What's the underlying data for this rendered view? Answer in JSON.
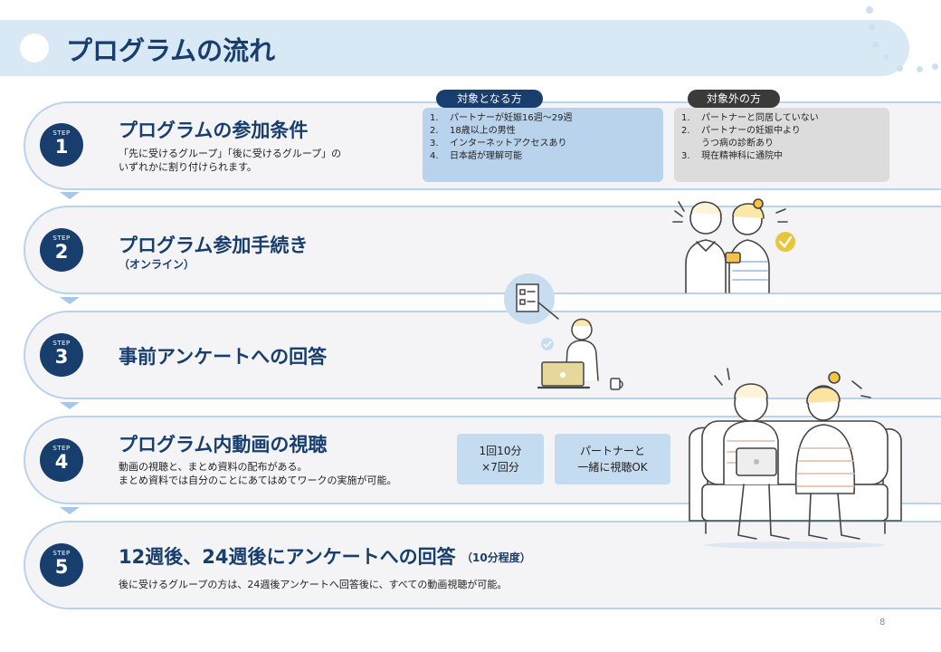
{
  "page": {
    "title": "プログラムの流れ",
    "page_number": "8"
  },
  "steps": [
    {
      "badge_label": "STEP",
      "number": "1",
      "title": "プログラムの参加条件",
      "desc_lines": [
        "「先に受けるグループ」「後に受けるグループ」の",
        "いずれかに割り付けられます。"
      ]
    },
    {
      "badge_label": "STEP",
      "number": "2",
      "title": "プログラム参加手続き",
      "subtitle": "（オンライン）"
    },
    {
      "badge_label": "STEP",
      "number": "3",
      "title": "事前アンケートへの回答"
    },
    {
      "badge_label": "STEP",
      "number": "4",
      "title": "プログラム内動画の視聴",
      "desc_lines": [
        "動画の視聴と、まとめ資料の配布がある。",
        "まとめ資料では自分のことにあてはめてワークの実施が可能。"
      ]
    },
    {
      "badge_label": "STEP",
      "number": "5",
      "title": "12週後、24週後にアンケートへの回答",
      "subtitle": "（10分程度）",
      "desc_lines": [
        "後に受けるグループの方は、24週後アンケートへ回答後に、すべての動画視聴が可能。"
      ]
    }
  ],
  "eligible": {
    "heading": "対象となる方",
    "items": [
      {
        "n": "1.",
        "text": "パートナーが妊娠16週〜29週"
      },
      {
        "n": "2.",
        "text": "18歳以上の男性"
      },
      {
        "n": "3.",
        "text": "インターネットアクセスあり"
      },
      {
        "n": "4.",
        "text": "日本語が理解可能"
      }
    ]
  },
  "ineligible": {
    "heading": "対象外の方",
    "items": [
      {
        "n": "1.",
        "text": "パートナーと同居していない"
      },
      {
        "n": "2.",
        "text": "パートナーの妊娠中より"
      },
      {
        "n": "",
        "text": "うつ病の診断あり"
      },
      {
        "n": "3.",
        "text": "現在精神科に通院中"
      }
    ]
  },
  "video_info": {
    "duration_line1": "1回10分",
    "duration_line2": "×7回分",
    "partner_line1": "パートナーと",
    "partner_line2": "一緒に視聴OK"
  },
  "colors": {
    "navy": "#173e6d",
    "light_blue": "#d9e8f5",
    "box_blue": "#b9d3ec",
    "box_gray": "#dcdcdc",
    "pill_dark": "#3a3a3a"
  }
}
